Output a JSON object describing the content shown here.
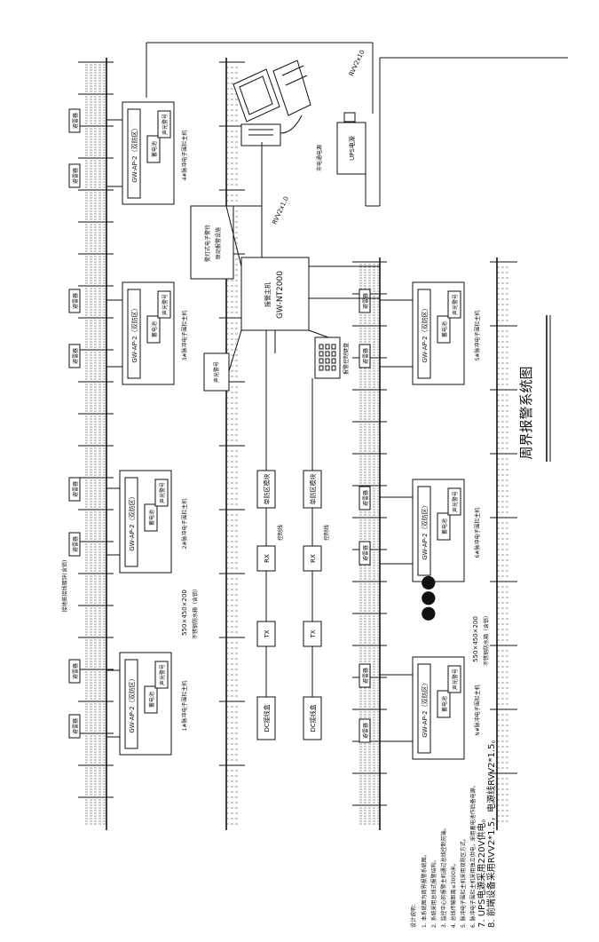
{
  "diagram": {
    "title": "周界报警系统图",
    "host": {
      "name": "报警主机",
      "model": "GW-NT2000"
    },
    "fence_spec_1": {
      "spec": "550×450×200",
      "desc": "不锈钢防水箱（含锁）"
    },
    "fence_spec_2": {
      "spec": "550×450×200",
      "desc": "不锈钢防水箱（含锁）"
    },
    "pole_note": "接地桩接线镀锌(含锁)",
    "cable_1": "RVV2x10",
    "cable_2": "RVV2x1.0",
    "ups_label": "UPS电源",
    "ups_note": "市电通电源",
    "keypad_label": "报警控制键盘",
    "linkage_label": "警灯式电子警铃",
    "linkage_sub": "联动报警设施",
    "siren_label": "声光警号",
    "ellipsis": "●●●",
    "zones": [
      {
        "name": "1#脉冲电子围栏主机",
        "ctrl": "GW-AP-2（双防区）",
        "a": "蓄电池",
        "b": "声光警号"
      },
      {
        "name": "2#脉冲电子围栏主机",
        "ctrl": "GW-AP-2（双防区）",
        "a": "蓄电池",
        "b": "声光警号"
      },
      {
        "name": "3#脉冲电子围栏主机",
        "ctrl": "GW-AP-2（双防区）",
        "a": "蓄电池",
        "b": "声光警号"
      },
      {
        "name": "4#脉冲电子围栏主机",
        "ctrl": "GW-AP-2（双防区）",
        "a": "蓄电池",
        "b": "声光警号"
      },
      {
        "name": "5#脉冲电子围栏主机",
        "ctrl": "GW-AP-2（双防区）",
        "a": "蓄电池",
        "b": "声光警号"
      },
      {
        "name": "6#脉冲电子围栏主机",
        "ctrl": "GW-AP-2（双防区）",
        "a": "蓄电池",
        "b": "声光警号"
      },
      {
        "name": "N#脉冲电子围栏主机",
        "ctrl": "GW-AP-2（双防区）",
        "a": "蓄电池",
        "b": "声光警号"
      }
    ],
    "detector": "避雷器",
    "tx_rx": {
      "tx": "TX",
      "rx": "RX",
      "dc": "DC接线盒",
      "relay": "单防区模块",
      "line": "控制线"
    },
    "notes": {
      "head": "设计说明：",
      "items": [
        "1. 本系统图为周界报警系统图。",
        "2. 系统采用总线式报警结构。",
        "3. 监控中心的报警主机通过总线控制前端。",
        "4. 总线传输距离≤3000米。",
        "5. 脉冲电子围栏主机采用双防区方式。",
        "6. 脉冲电子围栏主机采用独立供电，采用蓄电池作后备电源。",
        "7. UPS电源采用220V供电。",
        "8. 前端设备采用RVV2*1.5，电源线RVV2*1.5。"
      ]
    }
  }
}
